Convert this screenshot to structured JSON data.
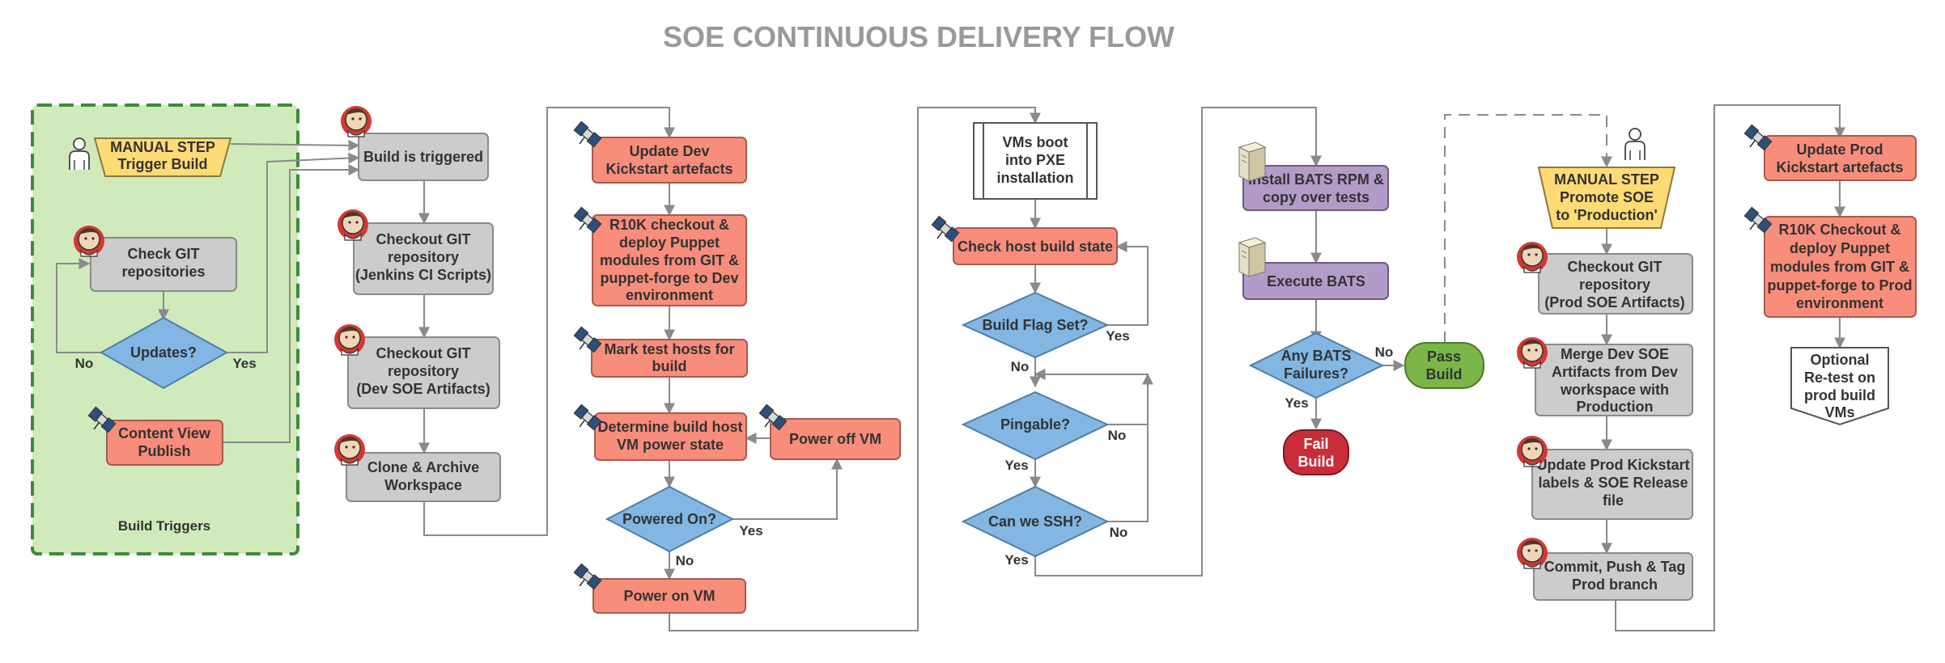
{
  "title": "SOE CONTINUOUS DELIVERY FLOW",
  "colors": {
    "grey": "#cccccc",
    "salmon": "#f88d7c",
    "blue": "#82b6e3",
    "purple": "#b39bc7",
    "yellow": "#fedb75",
    "green": "#7ab648",
    "red": "#c92d39",
    "container": "#d1eabb",
    "container_border": "#3f8a3a"
  },
  "group": {
    "label": "Build Triggers"
  },
  "nodes": {
    "manual1": [
      "MANUAL STEP",
      "Trigger Build"
    ],
    "check_git": [
      "Check GIT",
      "repositories"
    ],
    "updates": [
      "Updates?"
    ],
    "cv_publish": [
      "Content View",
      "Publish"
    ],
    "build_triggered": [
      "Build is triggered"
    ],
    "checkout_ci": [
      "Checkout GIT",
      "repository",
      "(Jenkins CI Scripts)"
    ],
    "checkout_dev": [
      "Checkout GIT",
      "repository",
      "(Dev SOE Artifacts)"
    ],
    "clone_archive": [
      "Clone & Archive",
      "Workspace"
    ],
    "update_dev_ks": [
      "Update Dev",
      "Kickstart artefacts"
    ],
    "r10k_dev": [
      "R10K checkout &",
      "deploy Puppet",
      "modules from GIT &",
      "puppet-forge to Dev",
      "environment"
    ],
    "mark_hosts": [
      "Mark test hosts for",
      "build"
    ],
    "determine_power": [
      "Determine build host",
      "VM power state"
    ],
    "power_off": [
      "Power off VM"
    ],
    "powered_on": [
      "Powered On?"
    ],
    "power_on": [
      "Power on VM"
    ],
    "vms_boot": [
      "VMs boot",
      "into PXE",
      "installation"
    ],
    "check_state": [
      "Check host build state"
    ],
    "build_flag": [
      "Build Flag Set?"
    ],
    "pingable": [
      "Pingable?"
    ],
    "ssh": [
      "Can we SSH?"
    ],
    "install_bats": [
      "Install BATS RPM &",
      "copy over tests"
    ],
    "execute_bats": [
      "Execute BATS"
    ],
    "bats_fail": [
      "Any BATS",
      "Failures?"
    ],
    "fail_build": [
      "Fail",
      "Build"
    ],
    "pass_build": [
      "Pass",
      "Build"
    ],
    "manual2": [
      "MANUAL STEP",
      "Promote SOE",
      "to 'Production'"
    ],
    "checkout_prod": [
      "Checkout GIT",
      "repository",
      "(Prod SOE Artifacts)"
    ],
    "merge": [
      "Merge Dev SOE",
      "Artifacts from Dev",
      "workspace with",
      "Production"
    ],
    "update_labels": [
      "Update Prod Kickstart",
      "labels & SOE Release",
      "file"
    ],
    "commit": [
      "Commit, Push & Tag",
      "Prod branch"
    ],
    "update_prod_ks": [
      "Update Prod",
      "Kickstart artefacts"
    ],
    "r10k_prod": [
      "R10K Checkout &",
      "deploy Puppet",
      "modules from GIT &",
      "puppet-forge to Prod",
      "environment"
    ],
    "optional": [
      "Optional",
      "Re-test on",
      "prod build",
      "VMs"
    ]
  },
  "edge_labels": {
    "updates_no": "No",
    "updates_yes": "Yes",
    "powered_yes": "Yes",
    "powered_no": "No",
    "flag_yes": "Yes",
    "flag_no": "No",
    "ping_no": "No",
    "ping_yes": "Yes",
    "ssh_no": "No",
    "ssh_yes": "Yes",
    "bats_no": "No",
    "bats_yes": "Yes"
  },
  "icons": [
    "person-icon",
    "jenkins-icon",
    "satellite-icon",
    "server-icon"
  ]
}
